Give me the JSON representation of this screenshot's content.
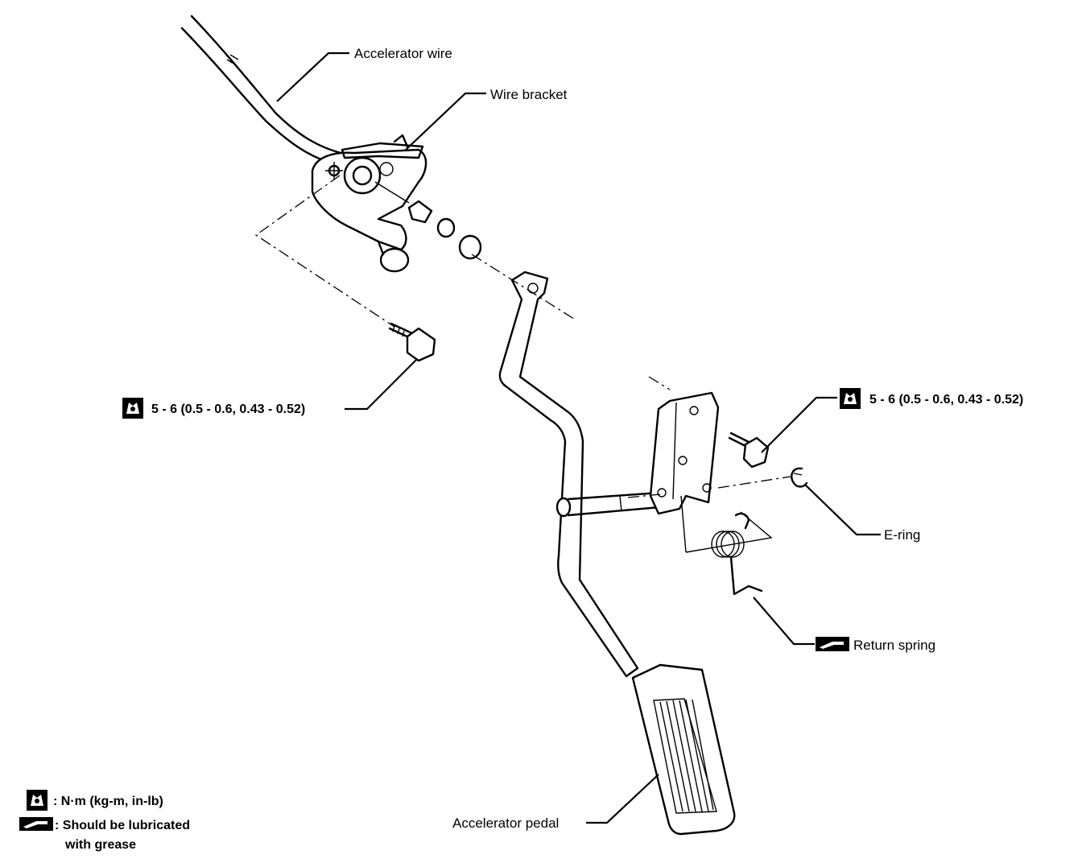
{
  "labels": {
    "accelerator_wire": "Accelerator wire",
    "wire_bracket": "Wire bracket",
    "torque_left": "5 - 6 (0.5 - 0.6, 0.43 - 0.52)",
    "torque_right": "5 - 6 (0.5 - 0.6, 0.43 - 0.52)",
    "e_ring": "E-ring",
    "return_spring": "Return spring",
    "accelerator_pedal": "Accelerator pedal"
  },
  "legend": {
    "torque_unit": ": N·m (kg-m, in-lb)",
    "grease_line1": ": Should be lubricated",
    "grease_line2": "with grease"
  },
  "icons": {
    "torque": "torque-wrench-icon",
    "grease": "grease-gun-icon"
  }
}
